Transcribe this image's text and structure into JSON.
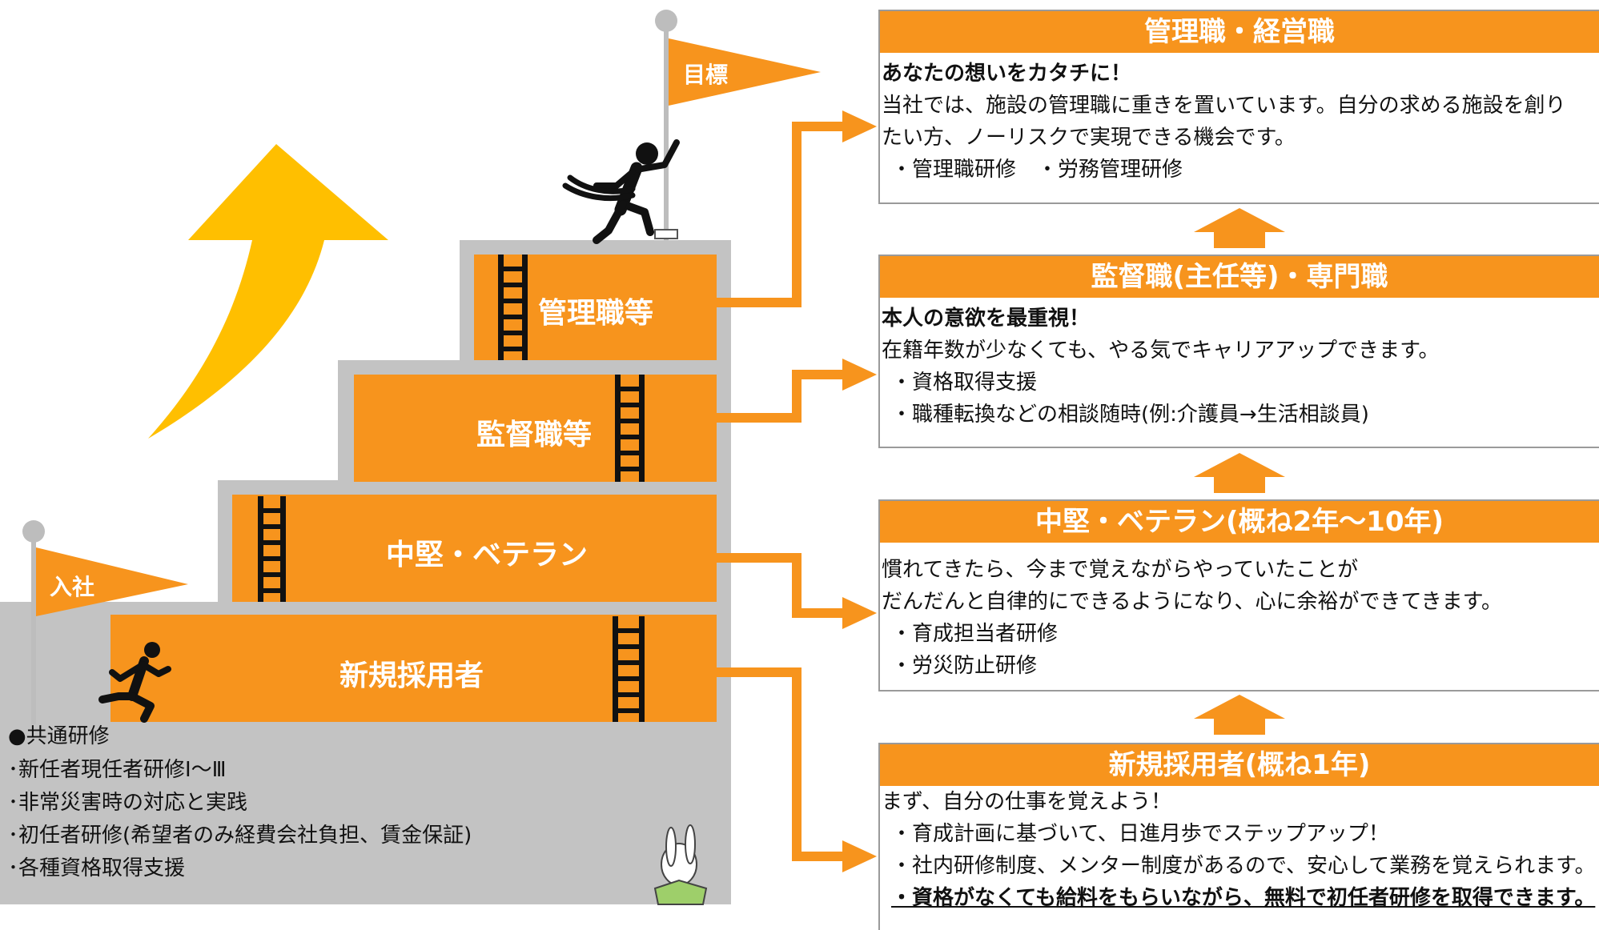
{
  "colors": {
    "orange": "#f7941d",
    "gray": "#c3c3c3",
    "arrow_yellow": "#ffbf00",
    "ladder": "#111111"
  },
  "flags": {
    "goal": "目標",
    "join": "入社"
  },
  "steps": {
    "manager": "管理職等",
    "supervisor": "監督職等",
    "veteran": "中堅・ベテラン",
    "newcomer": "新規採用者"
  },
  "common_training": {
    "title": "●共通研修",
    "items": [
      "･新任者現任者研修Ⅰ～Ⅲ",
      "･非常災害時の対応と実践",
      "･初任者研修(希望者のみ経費会社負担、賃金保証)",
      "･各種資格取得支援"
    ]
  },
  "panels": [
    {
      "title": "管理職・経営職",
      "headline": "あなたの想いをカタチに！",
      "lines": [
        "当社では、施設の管理職に重きを置いています。自分の求める施設を創り",
        "たい方、ノーリスクで実現できる機会です。"
      ],
      "items": [
        "・管理職研修　・労務管理研修"
      ]
    },
    {
      "title": "監督職(主任等)・専門職",
      "headline": "本人の意欲を最重視！",
      "lines": [
        "在籍年数が少なくても、やる気でキャリアアップできます。"
      ],
      "items": [
        "・資格取得支援",
        "・職種転換などの相談随時(例:介護員→生活相談員)"
      ]
    },
    {
      "title": "中堅・ベテラン(概ね2年～10年)",
      "lines": [
        "慣れてきたら、今まで覚えながらやっていたことが",
        "だんだんと自律的にできるようになり、心に余裕ができてきます。"
      ],
      "items": [
        "・育成担当者研修",
        "・労災防止研修"
      ]
    },
    {
      "title": "新規採用者(概ね1年)",
      "lines": [
        "まず、自分の仕事を覚えよう！"
      ],
      "items": [
        "・育成計画に基づいて、日進月歩でステップアップ！",
        "・社内研修制度、メンター制度があるので、安心して業務を覚えられます。"
      ],
      "emphasis": "・資格がなくても給料をもらいながら、無料で初任者研修を取得できます。"
    }
  ]
}
